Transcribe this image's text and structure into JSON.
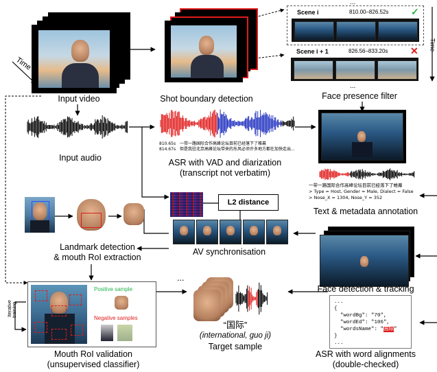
{
  "labels": {
    "input_video": "Input video",
    "time": "Time",
    "time_right": "Time",
    "shot_boundary": "Shot boundary detection",
    "face_presence": "Face presence filter",
    "input_audio": "Input audio",
    "asr_vad_1": "ASR with VAD and diarization",
    "asr_vad_2": "(transcript not verbatim)",
    "text_meta": "Text & metadata annotation",
    "l2": "L2 distance",
    "landmark_1": "Landmark detection",
    "landmark_2": "& mouth RoI extraction",
    "av_sync": "AV synchronisation",
    "face_det": "Face detection & tracking",
    "validation_1": "Mouth RoI validation",
    "validation_2": "(unsupervised classifier)",
    "iterative": "Iterative",
    "training": "training",
    "positive": "Positive sample",
    "negative": "Negative samples",
    "ellipsis": "...",
    "target_chinese": "“国际”",
    "target_trans": "(international, guo ji)",
    "target_sample": "Target sample",
    "asr_word_1": "ASR with word alignments",
    "asr_word_2": "(double-checked)"
  },
  "scenes": {
    "scene_i": "Scene i",
    "scene_i_time": "810.00–826.52s",
    "scene_i1": "Scene i + 1",
    "scene_i1_time": "826.56–833.20s",
    "dots_top": "...",
    "dots_bottom": "..."
  },
  "transcript": {
    "line1_time": "810.65s",
    "line1_text": "一带一路国际合作高峰论坛目前已经落下了帷幕",
    "line2_time": "814.67s",
    "line2_text": "但是我驻北京高峰论坛带来的东风必须许多地方都在加快走出..."
  },
  "annotation": {
    "line1": "一带一路国际合作高峰论坛目前已经落下了帷幕",
    "line2": "> Type = Host, Gender = Male, Dialect = False",
    "line3": "> Nose_X = 1304, Nose_Y = 352"
  },
  "code": {
    "line1": "...",
    "line2": "{",
    "line3": "  \"wordBg\": \"70\",",
    "line4": "  \"wordEd\": \"106\",",
    "line5": "  \"wordsName\": \"",
    "line5_highlight": "国际",
    "line5_end": "\"",
    "line6": "}",
    "line7": "..."
  },
  "colors": {
    "red": "#e01b1b",
    "blue": "#1f2fbf",
    "green": "#22b24c",
    "check_green": "#2bb24c",
    "cross_red": "#e01b1b"
  },
  "icons": [
    "check-icon",
    "cross-icon"
  ]
}
